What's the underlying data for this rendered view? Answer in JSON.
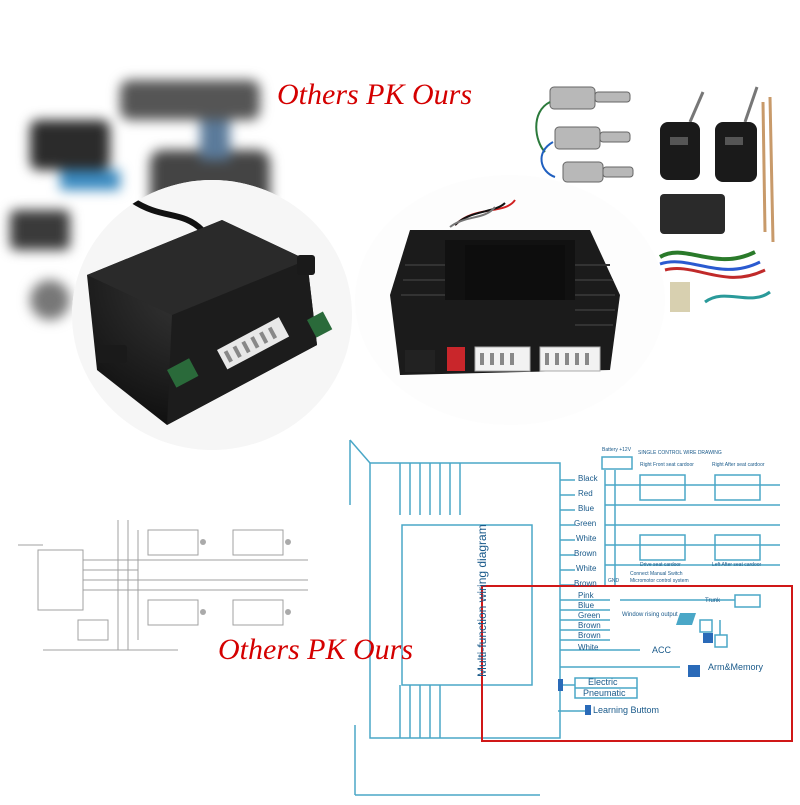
{
  "headline_top": "Others  PK Ours",
  "headline_bottom": "Others  PK Ours",
  "diagram": {
    "center_title": "Multi-function wiring diagram",
    "left_wires": [
      "Black",
      "Red",
      "Blue",
      "Green",
      "White",
      "Brown",
      "White",
      "Brown"
    ],
    "right_wires": [
      "Pink",
      "Blue",
      "Green",
      "Brown",
      "Brown",
      "White"
    ],
    "labels": {
      "window_output": "Window rising output",
      "trunk": "Trunk",
      "acc": "ACC",
      "arm_memory": "Arm&Memory",
      "electric": "Electric",
      "pneumatic": "Pneumatic",
      "learning": "Learning Buttom",
      "single_control": "SINGLE CONTROL WIRE DRAWING",
      "battery": "Battery +12V",
      "right_front": "Right Front seat cardoor",
      "right_after": "Right After seat cardoor",
      "drive_seat": "Drive seat cardoor",
      "left_after": "Left After seat cardoor",
      "manual_switch": "Connect Manual Switch",
      "micromotor": "Micromotor control system",
      "gnd": "GND"
    }
  },
  "colors": {
    "title_red": "#d40000",
    "wire_blue": "#4aa7c7",
    "box_red": "#d01818"
  }
}
